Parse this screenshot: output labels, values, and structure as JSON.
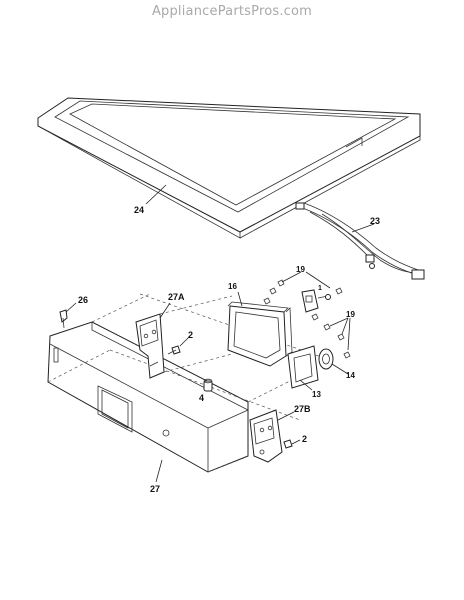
{
  "watermark": "AppliancePartsPros.com",
  "callouts": {
    "top_lid": "24",
    "wire_harness": "23",
    "screws_upper": "19",
    "screws_right": "19",
    "control_board": "16",
    "switch": "1",
    "knob_ring": "13",
    "knob": "14",
    "screw_left": "26",
    "bracket_left": "27A",
    "bracket_left_screw": "2",
    "bushing": "4",
    "console_panel": "27",
    "bracket_right": "27B",
    "bracket_right_screw": "2"
  }
}
